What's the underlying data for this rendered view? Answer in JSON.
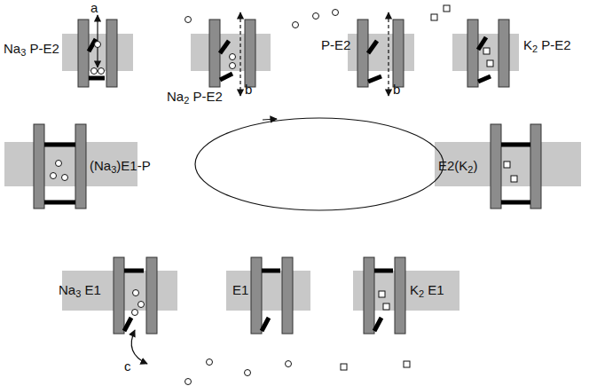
{
  "diagram": {
    "labels": [
      "a",
      "Na3 P-E2",
      "Na2 P-E2",
      "b",
      "P-E2",
      "b",
      "K2 P-E2",
      "(Na3)E1-P",
      "E2(K2)",
      "Na3 E1",
      "E1",
      "K2 E1",
      "c"
    ]
  }
}
